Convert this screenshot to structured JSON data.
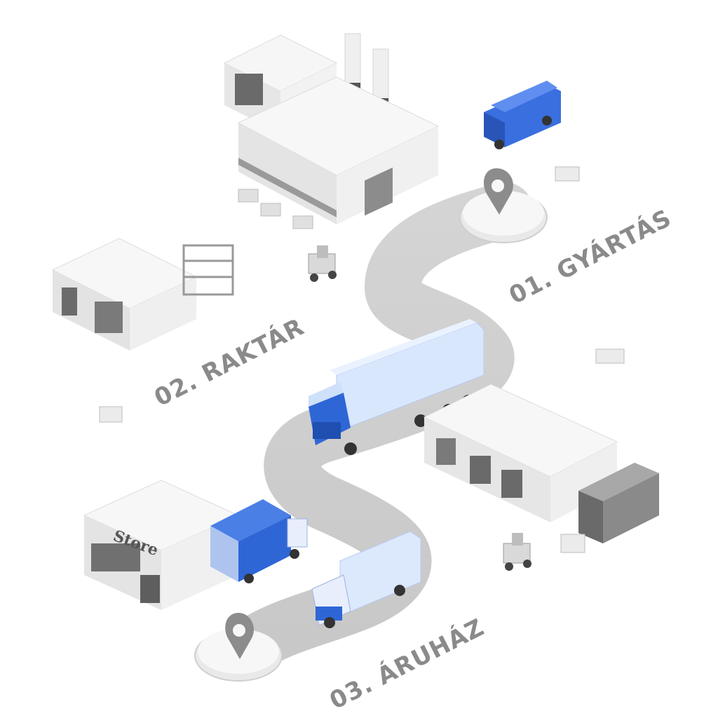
{
  "stages": [
    {
      "id": "production",
      "label": "01. GYÁRTÁS"
    },
    {
      "id": "warehouse",
      "label": "02. RAKTÁR"
    },
    {
      "id": "store",
      "label": "03. ÁRUHÁZ"
    }
  ],
  "store_sign": "Store",
  "colors": {
    "road": "#d6d6d6",
    "building_top": "#f6f6f6",
    "building_side": "#e4e4e4",
    "building_dark": "#bdbdbd",
    "accent_blue": "#2f66d6",
    "light_blue": "#cfe0fb",
    "label_gray": "#8a8a8a",
    "pin_gray": "#8c8c8c"
  },
  "icons": [
    "factory-icon",
    "warehouse-icon",
    "store-icon",
    "truck-icon",
    "van-icon",
    "forklift-icon",
    "location-pin-icon",
    "pallet-icon",
    "container-icon"
  ]
}
